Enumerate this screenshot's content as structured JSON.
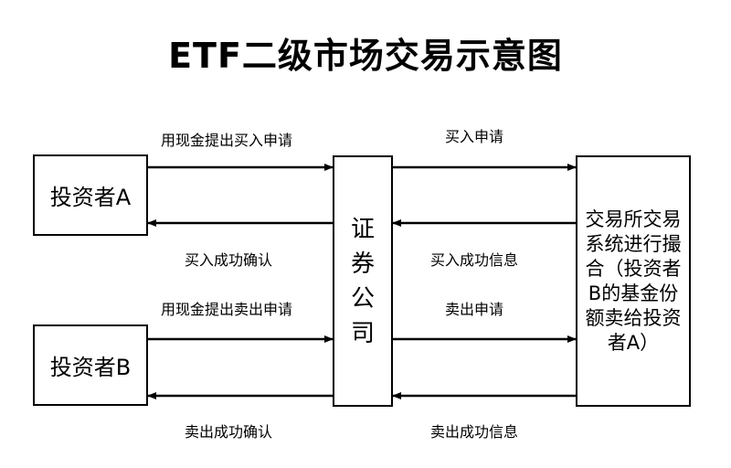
{
  "title": "ETF二级市场交易示意图",
  "investor_a": "投资者A",
  "investor_b": "投资者B",
  "broker": [
    "证",
    "券",
    "公",
    "司"
  ],
  "exchange": "交易所交易系统进行撮合（投资者B的基金份额卖给投资者A）",
  "labels": {
    "a_to_broker": "用现金提出买入申请",
    "broker_to_a": "买入成功确认",
    "b_to_broker": "用现金提出卖出申请",
    "broker_to_b": "卖出成功确认",
    "broker_to_exch_buy": "买入申请",
    "exch_to_broker_buy": "买入成功信息",
    "broker_to_exch_sell": "卖出申请",
    "exch_to_broker_sell": "卖出成功信息"
  }
}
